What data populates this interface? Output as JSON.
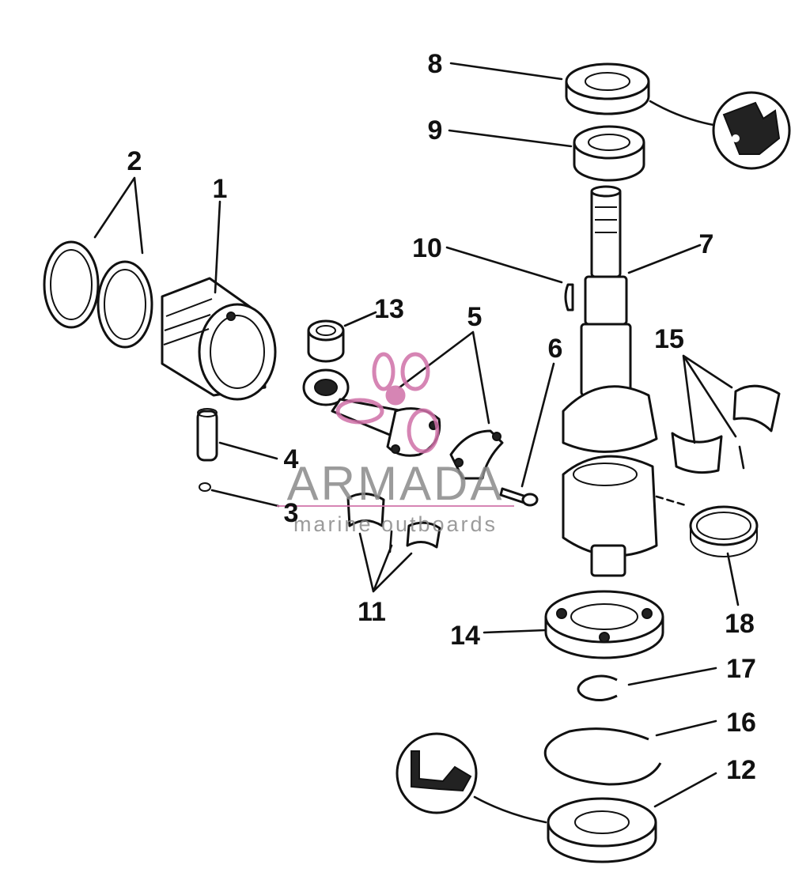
{
  "callouts": [
    {
      "id": "1",
      "text": "1"
    },
    {
      "id": "2",
      "text": "2"
    },
    {
      "id": "3",
      "text": "3"
    },
    {
      "id": "4",
      "text": "4"
    },
    {
      "id": "5",
      "text": "5"
    },
    {
      "id": "6",
      "text": "6"
    },
    {
      "id": "7",
      "text": "7"
    },
    {
      "id": "8",
      "text": "8"
    },
    {
      "id": "9",
      "text": "9"
    },
    {
      "id": "10",
      "text": "10"
    },
    {
      "id": "11",
      "text": "11"
    },
    {
      "id": "12",
      "text": "12"
    },
    {
      "id": "13",
      "text": "13"
    },
    {
      "id": "14",
      "text": "14"
    },
    {
      "id": "15",
      "text": "15"
    },
    {
      "id": "16",
      "text": "16"
    },
    {
      "id": "17",
      "text": "17"
    },
    {
      "id": "18",
      "text": "18"
    }
  ],
  "watermark": {
    "title": "ARMADA",
    "subtitle": "marine outboards"
  },
  "colors": {
    "ink": "#111111",
    "watermark_text": "#8a8a8a",
    "watermark_logo": "#d070a8",
    "background": "#ffffff"
  }
}
